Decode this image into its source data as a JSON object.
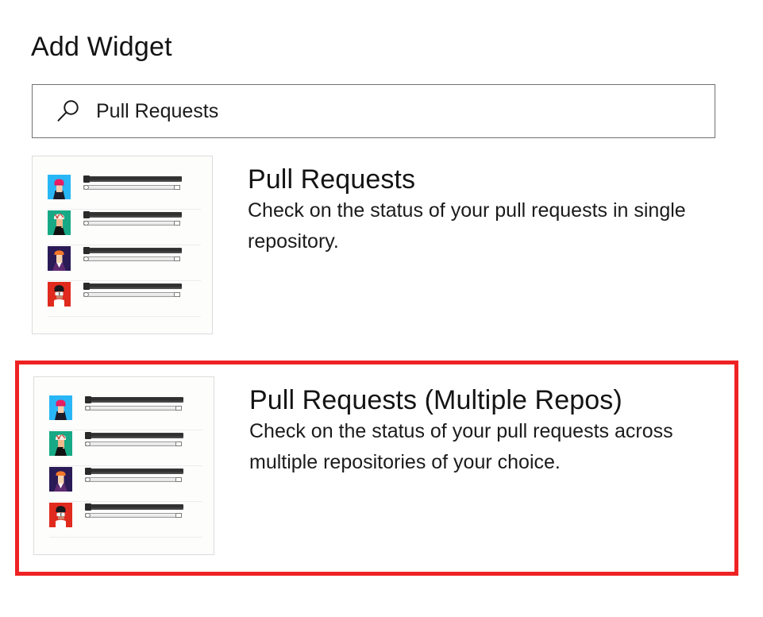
{
  "page": {
    "title": "Add Widget"
  },
  "search": {
    "icon": "search-icon",
    "value": "Pull Requests",
    "placeholder": "Search widgets"
  },
  "colors": {
    "selection_outline": "#ee2223",
    "search_border": "#707070",
    "preview_border": "#dcdcdc",
    "text": "#1b1b1b"
  },
  "results": [
    {
      "title": "Pull Requests",
      "description": "Check on the status of your pull requests in single repository.",
      "selected": false,
      "preview": {
        "alt": "pull-requests-widget-preview",
        "rows": [
          {
            "avatar": "avatar-pink-hair",
            "bg": "#29b6f6",
            "hair": "#e91e63",
            "skin": "#f7cfae",
            "clothes": "#1c1c2b"
          },
          {
            "avatar": "avatar-bandana",
            "bg": "#17a985",
            "hair": "#f5f0e6",
            "skin": "#f0b98d",
            "clothes": "#111111"
          },
          {
            "avatar": "avatar-orange-hair",
            "bg": "#2a1b56",
            "hair": "#f4762a",
            "skin": "#f6d3b0",
            "clothes": "#ffffff"
          },
          {
            "avatar": "avatar-sunglasses",
            "bg": "#e02a1e",
            "hair": "#16161c",
            "skin": "#c9836a",
            "clothes": "#ffffff"
          }
        ]
      }
    },
    {
      "title": "Pull Requests (Multiple Repos)",
      "description": "Check on the status of your pull requests across multiple repositories of your choice.",
      "selected": true,
      "preview": {
        "alt": "pull-requests-multiple-repos-widget-preview",
        "rows": [
          {
            "avatar": "avatar-pink-hair",
            "bg": "#29b6f6",
            "hair": "#e91e63",
            "skin": "#f7cfae",
            "clothes": "#1c1c2b"
          },
          {
            "avatar": "avatar-bandana",
            "bg": "#17a985",
            "hair": "#f5f0e6",
            "skin": "#f0b98d",
            "clothes": "#111111"
          },
          {
            "avatar": "avatar-orange-hair",
            "bg": "#2a1b56",
            "hair": "#f4762a",
            "skin": "#f6d3b0",
            "clothes": "#ffffff"
          },
          {
            "avatar": "avatar-sunglasses",
            "bg": "#e02a1e",
            "hair": "#16161c",
            "skin": "#c9836a",
            "clothes": "#ffffff"
          }
        ]
      }
    }
  ]
}
